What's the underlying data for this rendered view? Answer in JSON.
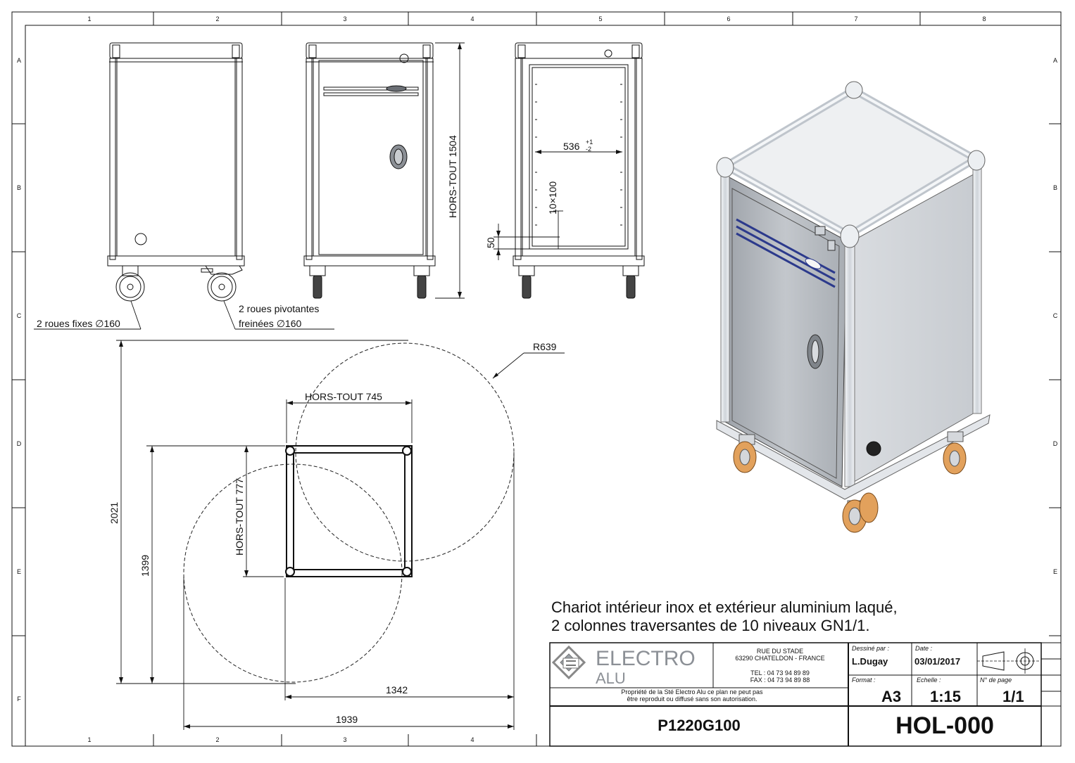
{
  "grid": {
    "columns": [
      "1",
      "2",
      "3",
      "4",
      "5",
      "6",
      "7",
      "8"
    ],
    "rows": [
      "A",
      "B",
      "C",
      "D",
      "E",
      "F"
    ]
  },
  "views": {
    "wheels_fixed": "2 roues fixes",
    "wheels_fixed_dia": "160",
    "wheels_swivel_line1": "2 roues pivotantes",
    "wheels_swivel_line2": "freinées",
    "wheels_swivel_dia": "160",
    "height_overall": "HORS-TOUT 1504",
    "inner_width": "536",
    "inner_width_tol_plus": "+1",
    "inner_width_tol_minus": "-2",
    "levels": "10×100",
    "bottom_gap": "50"
  },
  "plan": {
    "radius": "R639",
    "width_overall": "HORS-TOUT 745",
    "depth_overall": "HORS-TOUT 777",
    "dim_2021": "2021",
    "dim_1399": "1399",
    "dim_1342": "1342",
    "dim_1939": "1939"
  },
  "description": {
    "line1": "Chariot intérieur inox et extérieur aluminium laqué,",
    "line2": "2 colonnes traversantes de 10 niveaux GN1/1."
  },
  "title_block": {
    "logo_word1": "ELECTRO",
    "logo_word2": "ALU",
    "address_line1": "RUE DU STADE",
    "address_line2": "63290 CHATELDON - FRANCE",
    "tel": "TEL : 04 73 94 89 89",
    "fax": "FAX : 04 73 94 89 88",
    "drawn_by_label": "Dessiné par :",
    "drawn_by": "L.Dugay",
    "date_label": "Date :",
    "date": "03/01/2017",
    "format_label": "Format :",
    "format": "A3",
    "scale_label": "Echelle :",
    "scale": "1:15",
    "page_label": "N° de page",
    "page": "1/1",
    "property_line1": "Propriété de la Sté Electro Alu ce plan ne peut pas",
    "property_line2": "être reproduit ou diffusé sans son autorisation.",
    "part_number": "P1220G100",
    "drawing_number": "HOL-000"
  },
  "colors": {
    "line": "#111111",
    "panel_grey": "#b8bcc2",
    "frame_silver": "#dfe3e8",
    "stripe_blue": "#2c3a8c",
    "wheel_orange": "#e2a15c"
  }
}
